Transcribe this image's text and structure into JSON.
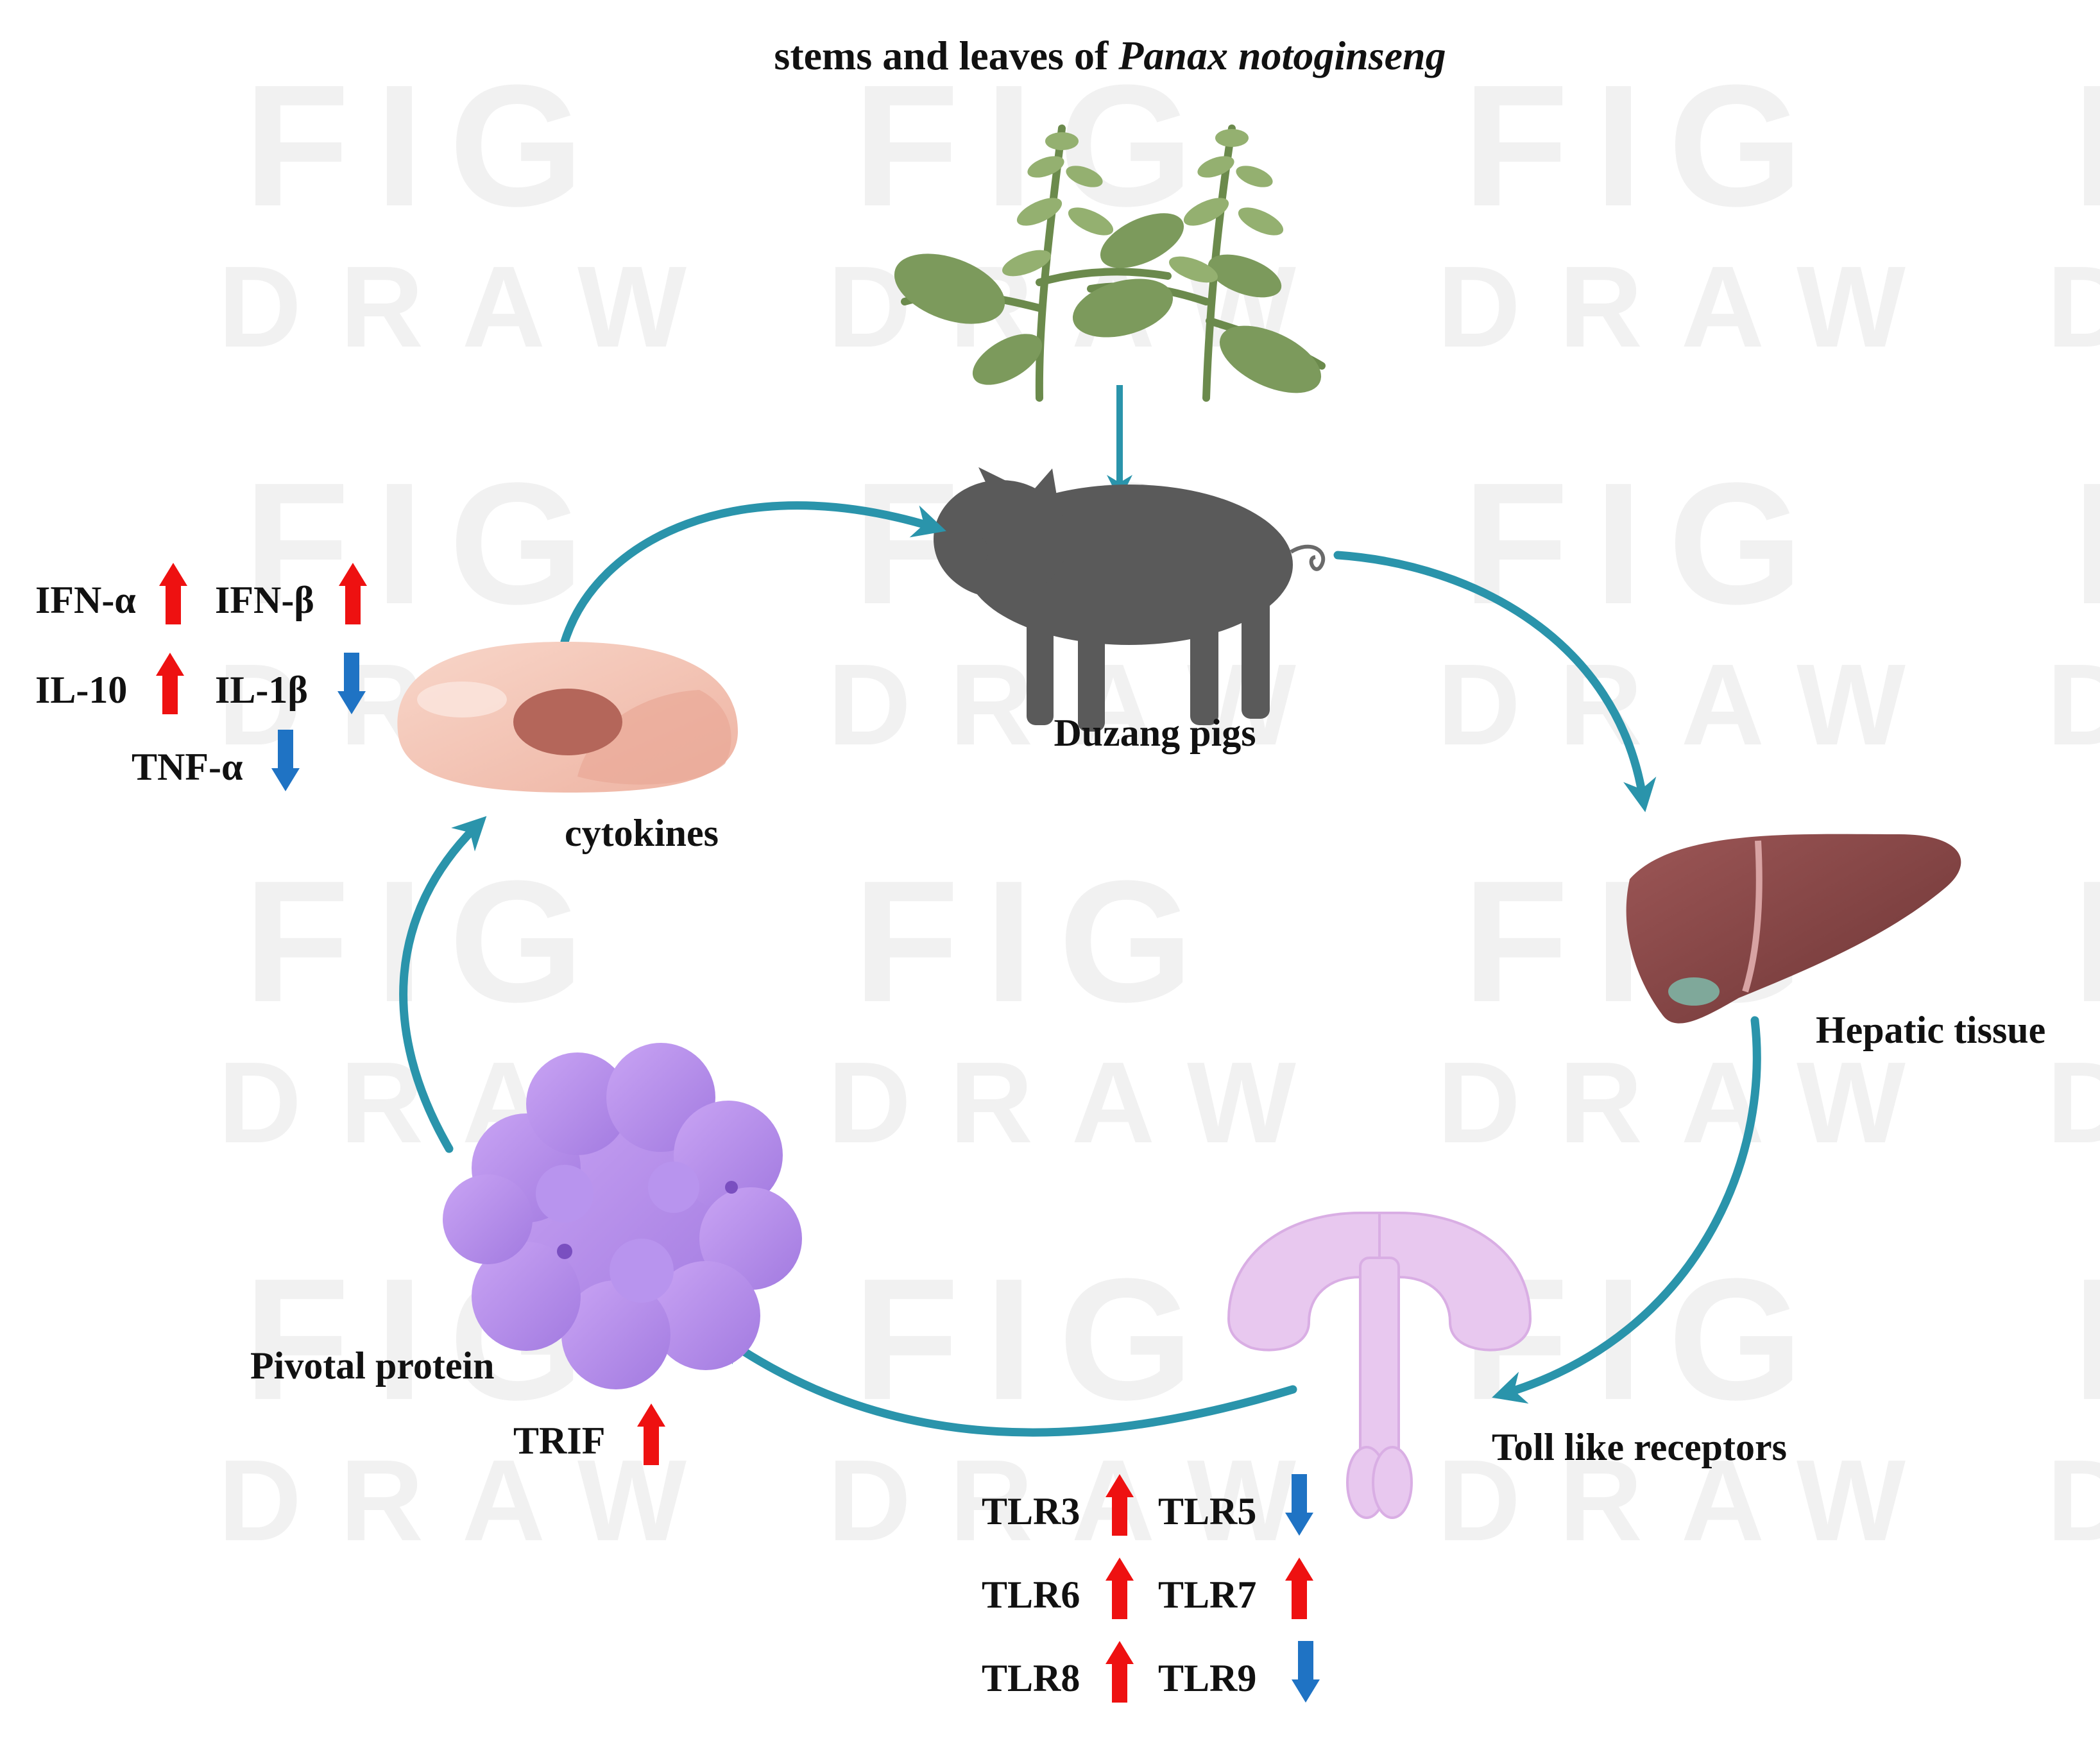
{
  "title": {
    "prefix": "stems and leaves of ",
    "italic": "Panax notoginseng"
  },
  "nodes": {
    "pig": "Duzang pigs",
    "liver": "Hepatic tissue",
    "tlr": "Toll like receptors",
    "protein": "Pivotal protein",
    "cell": "cytokines"
  },
  "cytokines": [
    {
      "name": "IFN-α",
      "trend": "up"
    },
    {
      "name": "IFN-β",
      "trend": "up"
    },
    {
      "name": "IL-10",
      "trend": "up"
    },
    {
      "name": "IL-1β",
      "trend": "down"
    },
    {
      "name": "TNF-α",
      "trend": "down"
    }
  ],
  "protein_markers": [
    {
      "name": "TRIF",
      "trend": "up"
    }
  ],
  "tlr_markers": [
    {
      "name": "TLR3",
      "trend": "up"
    },
    {
      "name": "TLR5",
      "trend": "down"
    },
    {
      "name": "TLR6",
      "trend": "up"
    },
    {
      "name": "TLR7",
      "trend": "up"
    },
    {
      "name": "TLR8",
      "trend": "up"
    },
    {
      "name": "TLR9",
      "trend": "down"
    }
  ],
  "colors": {
    "up": "#ee1111",
    "down": "#1f73c4",
    "cycle_arrow": "#2a94ab",
    "plant": "#7c9a5c",
    "pig": "#5a5a5a",
    "liver": "#8a4545",
    "cell": "#f3c4b5",
    "protein": "#b68ae8",
    "receptor": "#e8c8ef"
  },
  "watermark": {
    "rows": [
      "FIG",
      "DRAW"
    ]
  }
}
